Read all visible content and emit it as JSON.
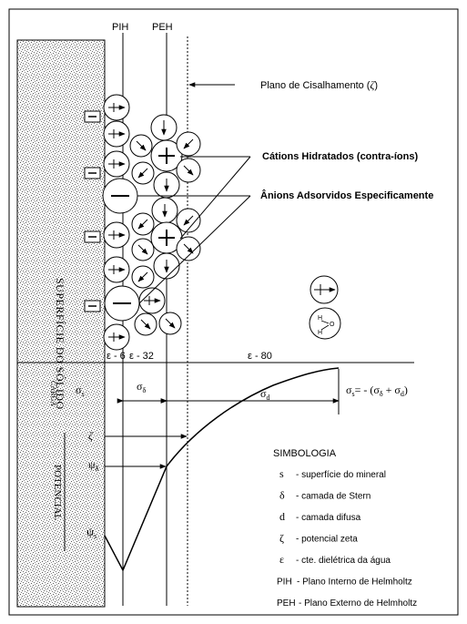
{
  "planes": {
    "pih": "PIH",
    "peh": "PEH"
  },
  "callouts": {
    "shear_plane": "Plano de Cisalhamento (",
    "shear_plane_symbol": "ζ",
    "shear_plane_end": ")",
    "hydrated_cations": "Cátions Hidratados (contra-íons)",
    "adsorbed_anions": "Ânions Adsorvidos Especificamente"
  },
  "surface_label": "SUPERFÍCIE DO SÓLIDO",
  "water_molecule": {
    "h_top": "H",
    "o": "O",
    "h_bottom": "H"
  },
  "dielectric": {
    "eps6": "ε - 6",
    "eps32": "ε - 32",
    "eps80": "ε - 80"
  },
  "charge": {
    "side_label": "CARGA",
    "sigma": "σ",
    "sub_s": "s",
    "sub_delta": "δ",
    "sub_d": "d",
    "eq_lhs_sigma": "σ",
    "eq_equals": "= - (σ",
    "eq_plus": " + σ",
    "eq_close": ")"
  },
  "potential": {
    "side_label": "POTENCIAL",
    "zeta": "ζ",
    "psi": "ψ",
    "sub_delta": "δ",
    "sub_s": "s"
  },
  "legend": {
    "title": "SIMBOLOGIA",
    "items": [
      {
        "symbol": "s",
        "text": "- superfície do mineral"
      },
      {
        "symbol": "δ",
        "text": "- camada de Stern"
      },
      {
        "symbol": "d",
        "text": "- camada difusa"
      },
      {
        "symbol": "ζ",
        "text": "- potencial zeta"
      },
      {
        "symbol": "ε",
        "text": "- cte. dielétrica da água"
      },
      {
        "symbol": "PIH",
        "text": "- Plano Interno de Helmholtz"
      },
      {
        "symbol": "PEH",
        "text": "- Plano Externo de Helmholtz"
      }
    ]
  }
}
